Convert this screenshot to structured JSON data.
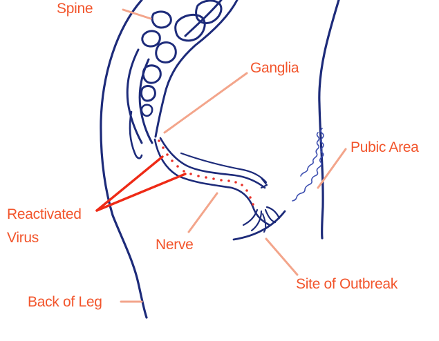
{
  "diagram": {
    "labels": {
      "spine": "Spine",
      "ganglia": "Ganglia",
      "pubic_area": "Pubic Area",
      "reactivated_virus_line1": "Reactivated",
      "reactivated_virus_line2": "Virus",
      "nerve": "Nerve",
      "site_of_outbreak": "Site of Outbreak",
      "back_of_leg": "Back of Leg"
    },
    "colors": {
      "label_text": "#f2552c",
      "anatomy_outline": "#1d2b7a",
      "leader_line": "#f3a58b",
      "virus_pointer": "#ee2a16",
      "virus_dots": "#e8322a"
    }
  }
}
